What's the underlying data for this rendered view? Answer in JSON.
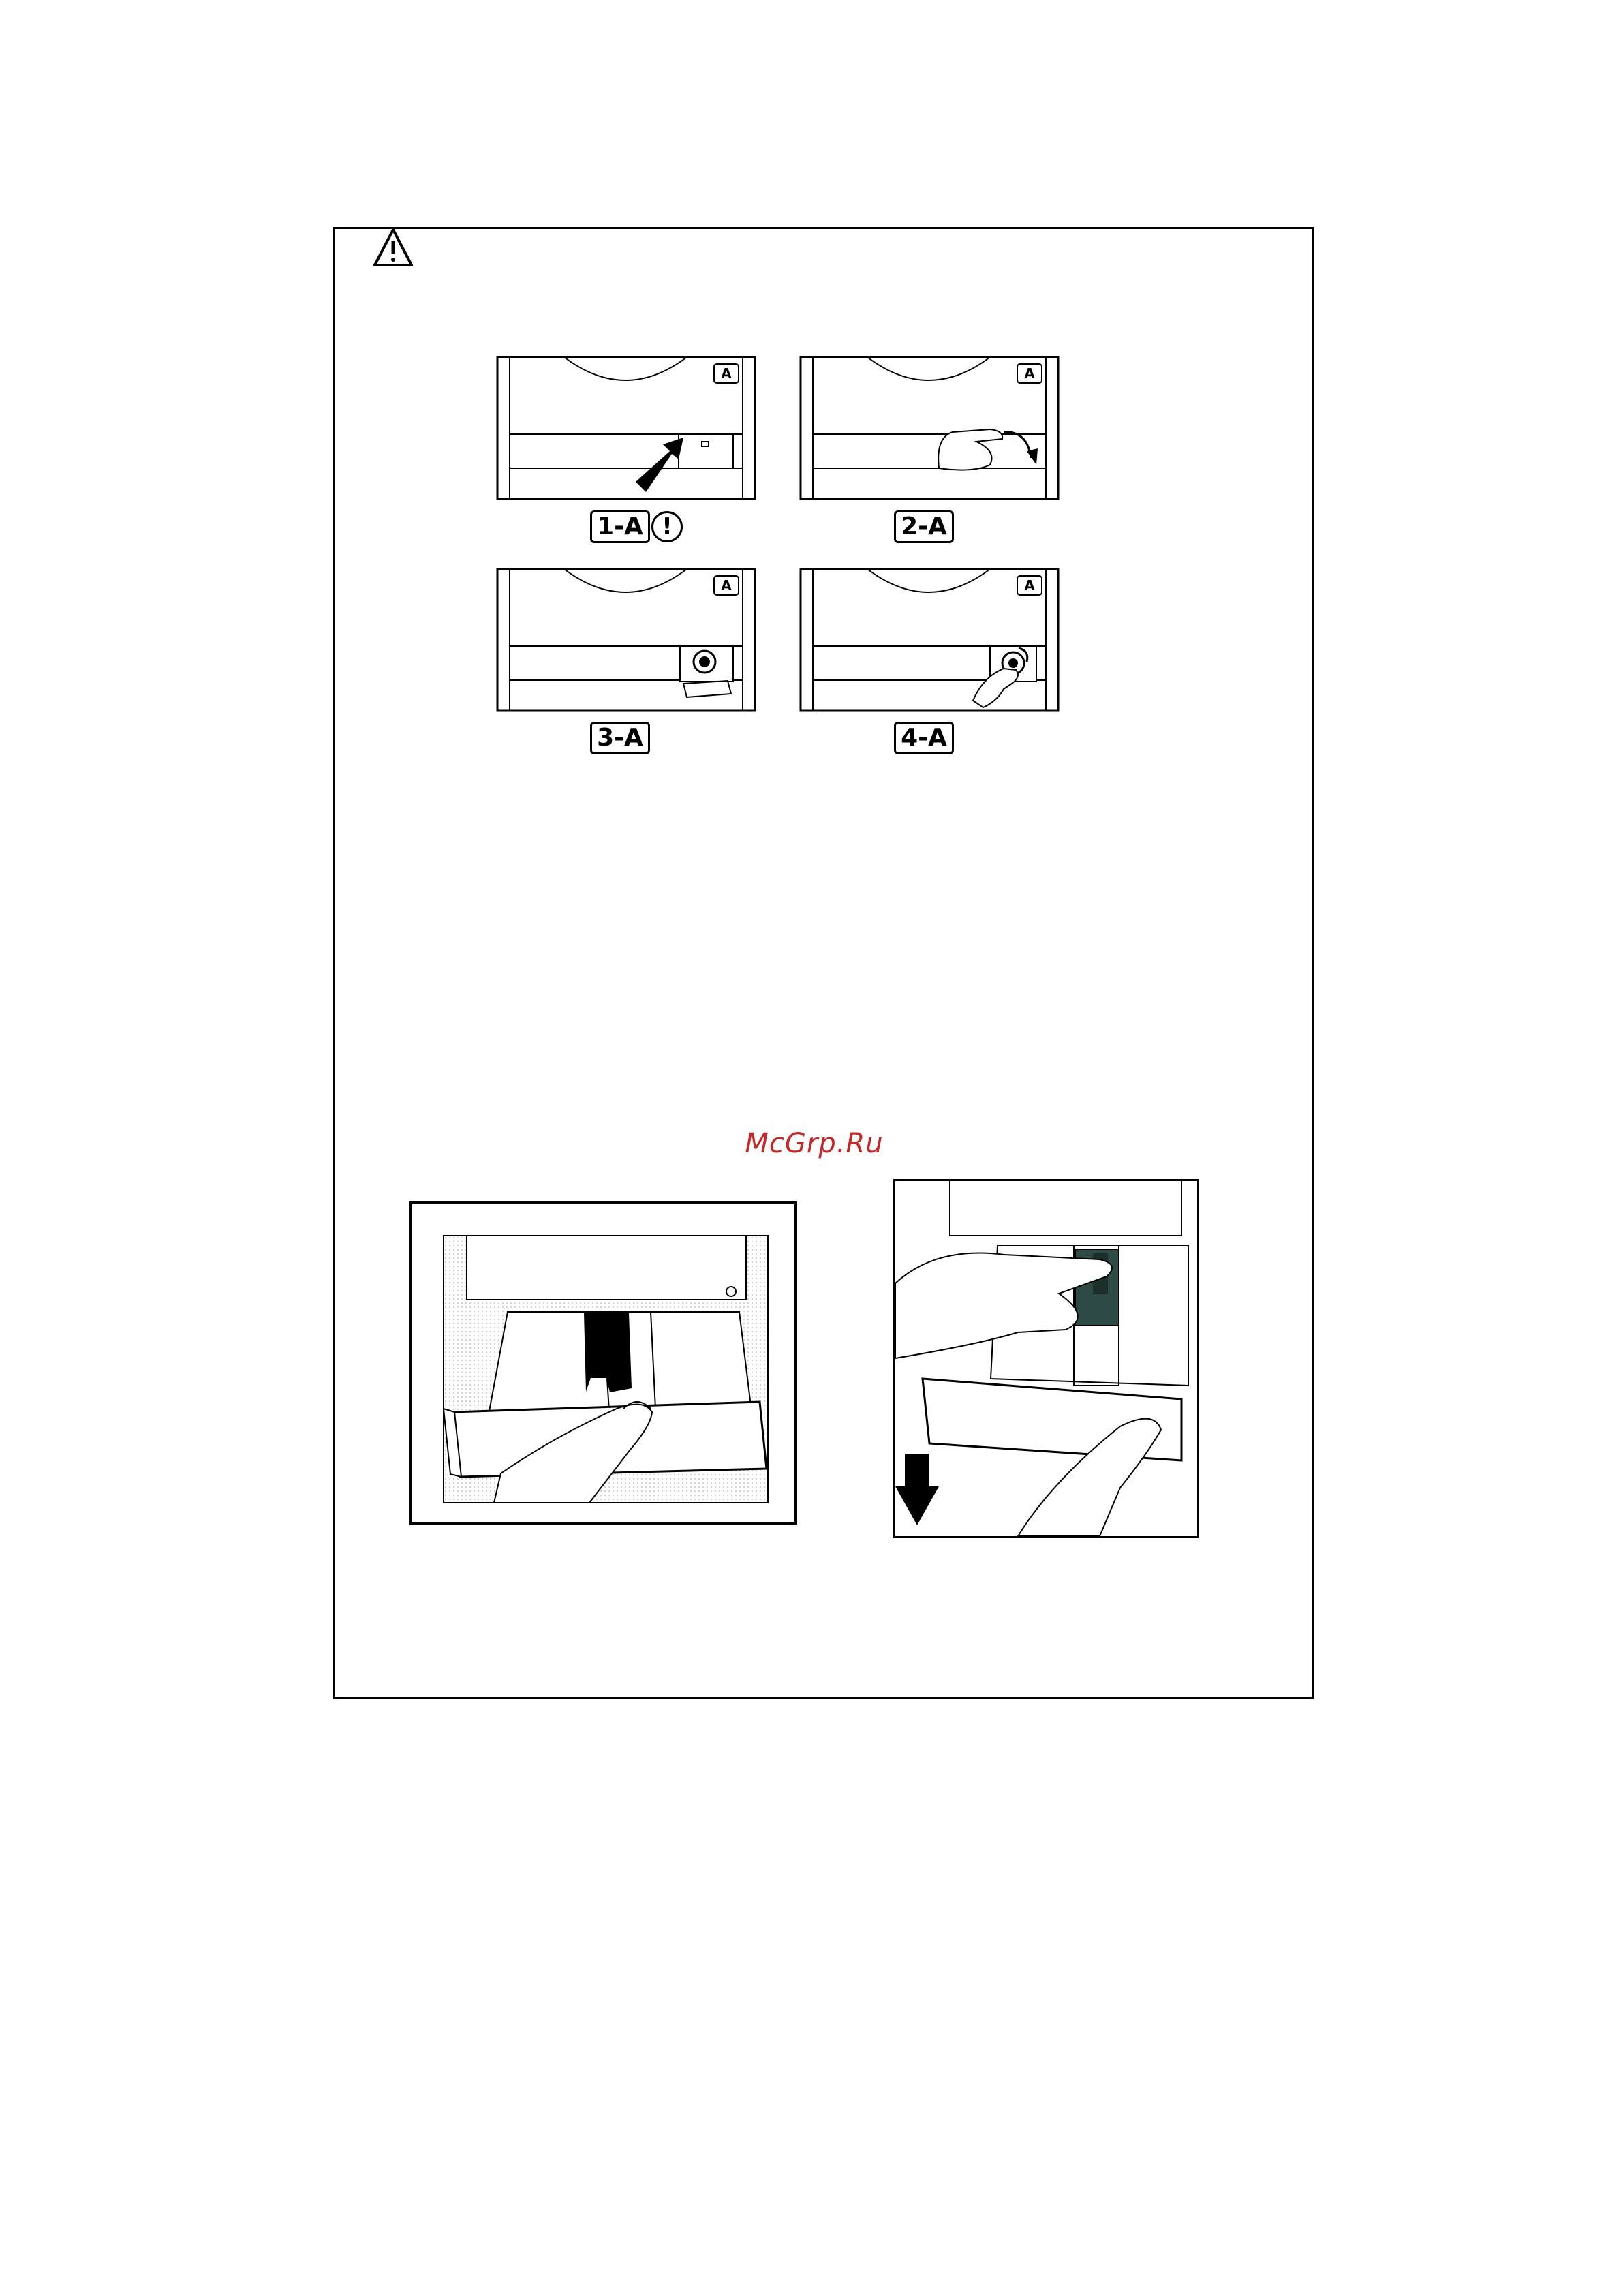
{
  "page": {
    "warning_icon": "warning-triangle-icon",
    "panels": [
      {
        "label": "1-A",
        "corner_tag": "A",
        "has_alert": true,
        "alert_symbol": "!"
      },
      {
        "label": "2-A",
        "corner_tag": "A",
        "has_alert": false
      },
      {
        "label": "3-A",
        "corner_tag": "A",
        "has_alert": false
      },
      {
        "label": "4-A",
        "corner_tag": "A",
        "has_alert": false
      }
    ],
    "watermark": "McGrp.Ru",
    "colors": {
      "watermark": "#c62828",
      "frame": "#000000",
      "drawer_insert": "#2e4a44"
    }
  }
}
